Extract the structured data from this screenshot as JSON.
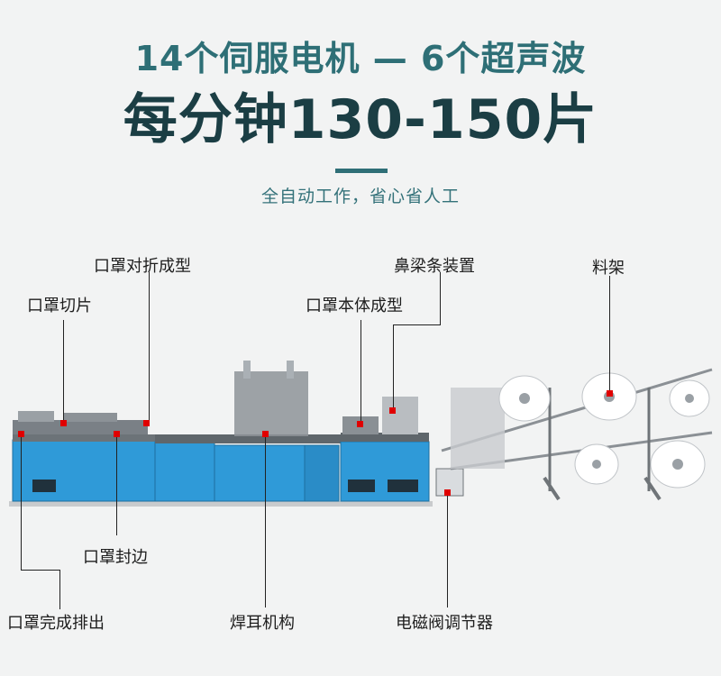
{
  "header": {
    "line1": "14个伺服电机 — 6个超声波",
    "line2": "每分钟130-150片",
    "subtitle": "全自动工作，省心省人工"
  },
  "labels": {
    "fold": "口罩对折成型",
    "nose": "鼻梁条装置",
    "rack": "料架",
    "cut": "口罩切片",
    "body": "口罩本体成型",
    "seal": "口罩封边",
    "done": "口罩完成排出",
    "ear": "焊耳机构",
    "valve": "电磁阀调节器"
  },
  "colors": {
    "title_teal": "#2e6f76",
    "title_dark": "#1b3e44",
    "machine_blue": "#2f9ad8",
    "marker_red": "#e00000"
  }
}
